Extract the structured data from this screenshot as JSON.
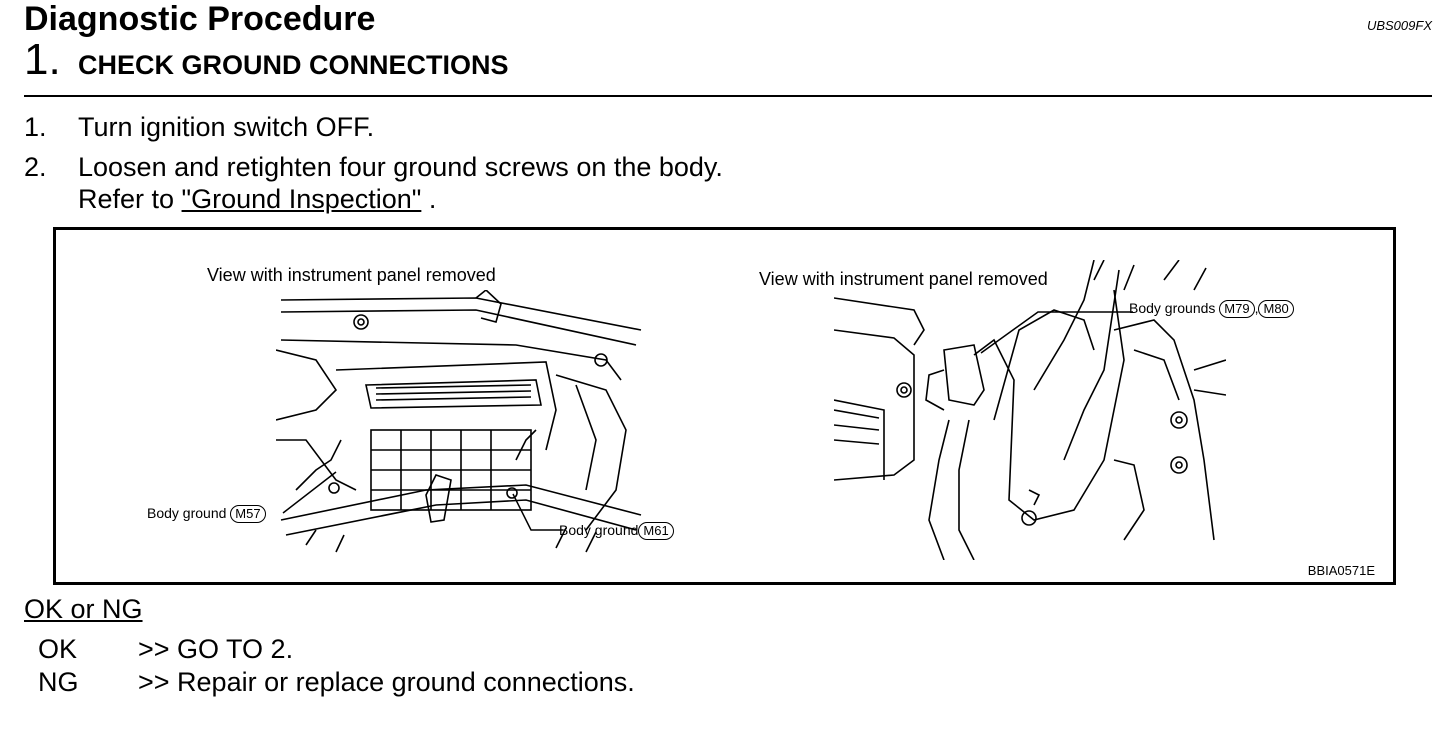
{
  "header": {
    "title": "Diagnostic Procedure",
    "doc_id": "UBS009FX",
    "step_number": "1.",
    "step_title": "CHECK GROUND CONNECTIONS"
  },
  "instructions": [
    {
      "num": "1.",
      "text": "Turn ignition switch OFF."
    },
    {
      "num": "2.",
      "text": "Loosen and retighten four ground screws on the body."
    }
  ],
  "refer": {
    "prefix": "Refer to ",
    "link_text": "\"Ground Inspection\"",
    "suffix": " ."
  },
  "figure": {
    "left_view_label": "View with instrument panel removed",
    "right_view_label": "View with instrument panel removed",
    "callouts": {
      "left_a_text": "Body ground",
      "left_a_code": "M57",
      "left_b_text": "Body ground",
      "left_b_code": "M61",
      "right_text": "Body grounds",
      "right_code_1": "M79",
      "right_sep": ",",
      "right_code_2": "M80"
    },
    "figure_code": "BBIA0571E"
  },
  "result": {
    "heading": "OK or NG",
    "items": [
      {
        "key": "OK",
        "text": ">> GO TO 2."
      },
      {
        "key": "NG",
        "text": ">> Repair or replace ground connections."
      }
    ]
  }
}
